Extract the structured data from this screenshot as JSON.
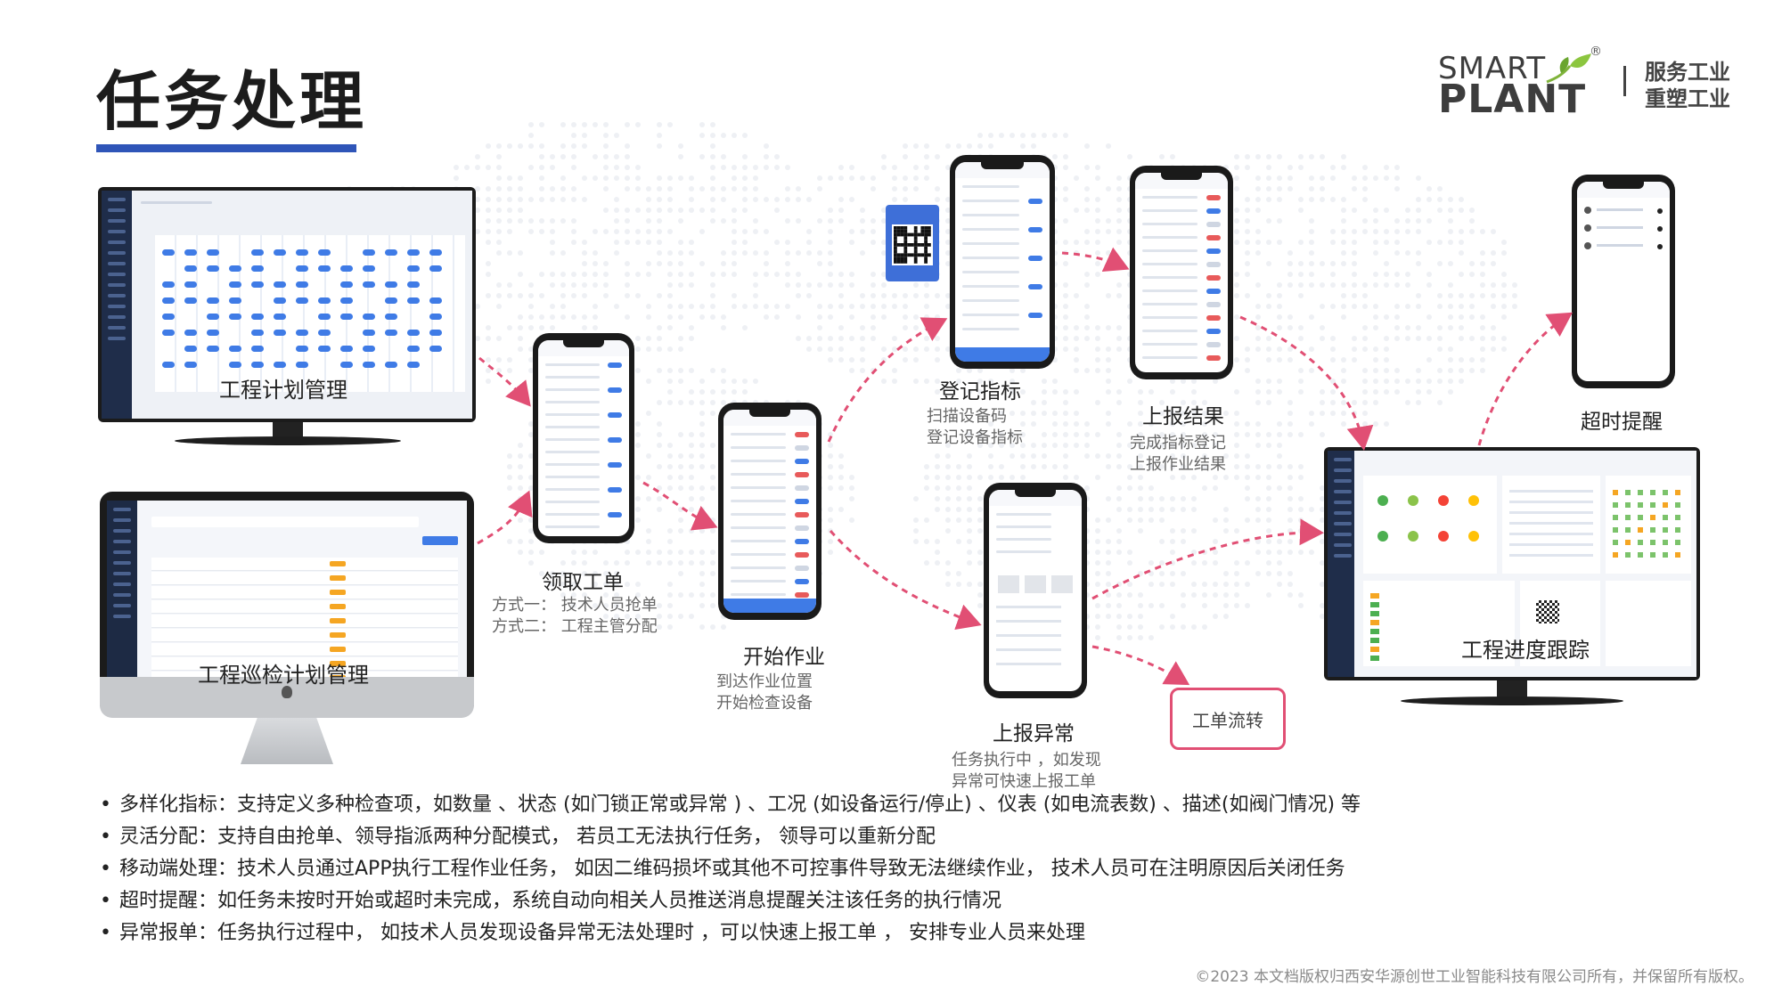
{
  "title": "任务处理",
  "logo": {
    "smart": "SMART",
    "plant": "PLANT",
    "reg": "®",
    "slogan_line1": "服务工业",
    "slogan_line2": "重塑工业"
  },
  "screens": {
    "plan": "工程计划管理",
    "inspection": "工程巡检计划管理",
    "progress": "工程进度跟踪"
  },
  "steps": [
    {
      "title": "领取工单",
      "sub": [
        "方式一： 技术人员抢单",
        "方式二： 工程主管分配"
      ]
    },
    {
      "title": "开始作业",
      "sub": [
        "到达作业位置",
        "开始检查设备"
      ]
    },
    {
      "title": "登记指标",
      "sub": [
        "扫描设备码",
        "登记设备指标"
      ]
    },
    {
      "title": "上报结果",
      "sub": [
        "完成指标登记",
        "上报作业结果"
      ]
    },
    {
      "title": "上报异常",
      "sub": [
        "任务执行中 ，如发现",
        "异常可快速上报工单"
      ]
    },
    {
      "title": "超时提醒",
      "sub": []
    }
  ],
  "flow_box": "工单流转",
  "bullets": [
    "多样化指标：支持定义多种检查项，如数量 、状态 (如门锁正常或异常 ) 、工况 (如设备运行/停止) 、仪表 (如电流表数) 、描述(如阀门情况) 等",
    "灵活分配：支持自由抢单、领导指派两种分配模式， 若员工无法执行任务， 领导可以重新分配",
    "移动端处理：技术人员通过APP执行工程作业任务， 如因二维码损坏或其他不可控事件导致无法继续作业， 技术人员可在注明原因后关闭任务",
    "超时提醒：如任务未按时开始或超时未完成，系统自动向相关人员推送消息提醒关注该任务的执行情况",
    "异常报单：任务执行过程中， 如技术人员发现设备异常无法处理时 ，可以快速上报工单 ， 安排专业人员来处理"
  ],
  "copyright": "©2023 本文档版权归西安华源创世工业智能科技有限公司所有，并保留所有版权。",
  "colors": {
    "accent": "#2f55b8",
    "arrow": "#e14f74",
    "app_blue": "#3f7be6"
  }
}
